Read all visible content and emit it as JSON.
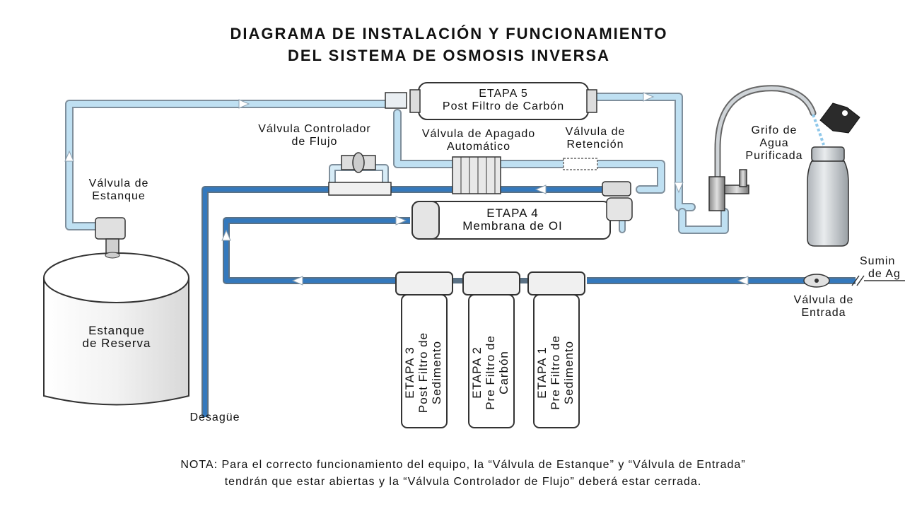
{
  "title": {
    "line1": "DIAGRAMA DE INSTALACIÓN Y FUNCIONAMIENTO",
    "line2": "DEL SISTEMA DE OSMOSIS INVERSA"
  },
  "components": {
    "stage5": {
      "line1": "ETAPA 5",
      "line2": "Post Filtro de Carbón"
    },
    "stage4": {
      "line1": "ETAPA 4",
      "line2": "Membrana de OI"
    },
    "stage3": {
      "line1": "ETAPA 3",
      "line2": "Post Filtro de",
      "line3": "Sedimento"
    },
    "stage2": {
      "line1": "ETAPA 2",
      "line2": "Pre Filtro de",
      "line3": "Carbón"
    },
    "stage1": {
      "line1": "ETAPA 1",
      "line2": "Pre Filtro de",
      "line3": "Sedimento"
    },
    "flow_valve": {
      "line1": "Válvula Controlador",
      "line2": "de Flujo"
    },
    "shutoff_valve": {
      "line1": "Válvula de Apagado",
      "line2": "Automático"
    },
    "check_valve": {
      "line1": "Válvula de",
      "line2": "Retención"
    },
    "faucet": {
      "line1": "Grifo de",
      "line2": "Agua",
      "line3": "Purificada"
    },
    "tank_valve": {
      "line1": "Válvula de",
      "line2": "Estanque"
    },
    "tank": {
      "line1": "Estanque",
      "line2": "de Reserva"
    },
    "drain": "Desagüe",
    "inlet_valve": {
      "line1": "Válvula de",
      "line2": "Entrada"
    },
    "supply": {
      "line1": "Sumin",
      "line2": "de Ag"
    }
  },
  "note": {
    "line1": "NOTA: Para el correcto funcionamiento del equipo, la “Válvula de Estanque” y “Válvula de Entrada”",
    "line2": "tendrán que estar abiertas y la “Válvula Controlador de Flujo” deberá estar cerrada."
  },
  "colors": {
    "feed_water": "#2f6fb5",
    "pure_water": "#b9dcf0",
    "tube_outline": "#8a9aa8",
    "component_outline": "#333333",
    "drain": "#2f6fb5"
  }
}
